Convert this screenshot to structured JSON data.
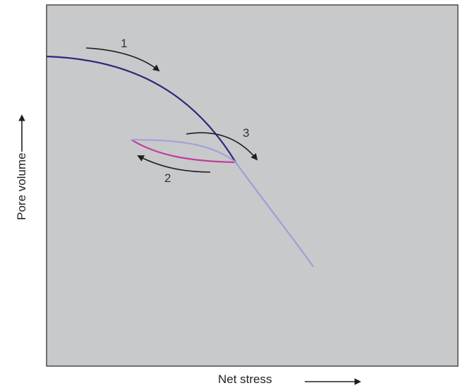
{
  "chart_data": {
    "type": "line",
    "title": "",
    "xlabel": "Net stress",
    "ylabel": "Pore volume",
    "xlabel_arrow": "right-arrow-icon",
    "ylabel_arrow": "up-arrow-icon",
    "grid": false,
    "series": [
      {
        "color": "#2a2a7a"
      },
      {
        "color": "#c03c9a"
      },
      {
        "color": "#a3a3d8"
      },
      {
        "color": "#9d9ddb"
      }
    ],
    "annotations": [
      {
        "label": "1"
      },
      {
        "label": "2"
      },
      {
        "label": "3"
      }
    ],
    "colors": {
      "plot_background": "#c8c9cb",
      "plot_border": "#4a4a4a",
      "arrows": "#1f1f1f"
    }
  }
}
